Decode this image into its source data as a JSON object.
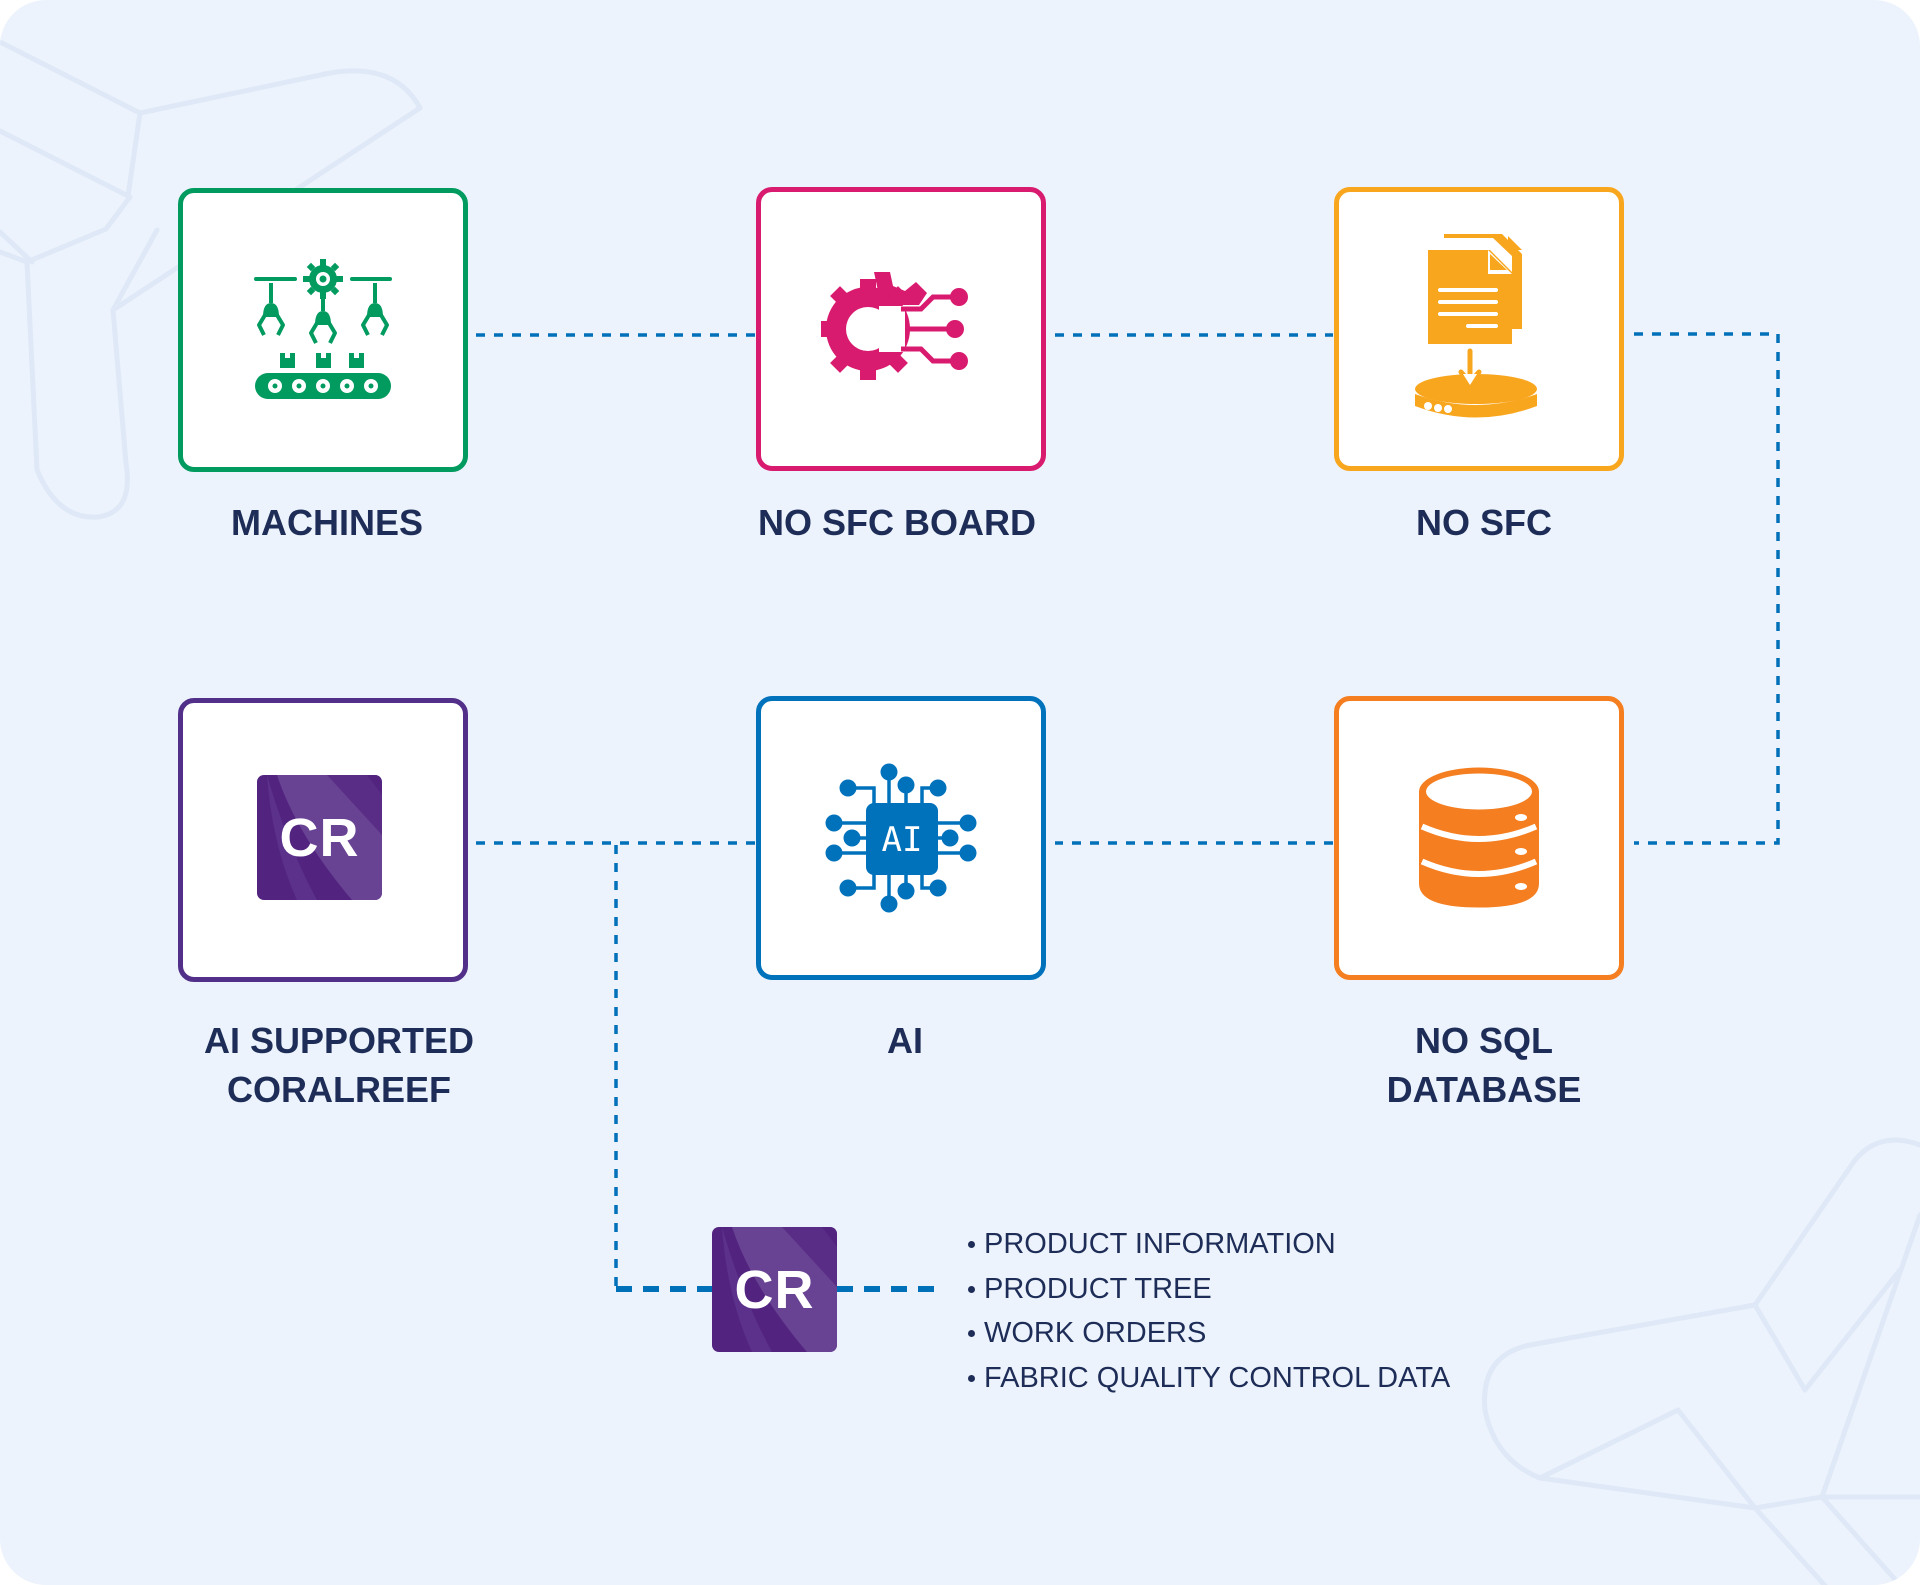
{
  "diagram": {
    "colors": {
      "background": "#ECF3FC",
      "connector": "#0070B8",
      "label_text": "#1E2D57",
      "machines": "#019A5F",
      "no_sfc_board": "#D81B6F",
      "no_sfc": "#F9A61F",
      "ai_supported_coralreef": "#52308A",
      "ai": "#0072BC",
      "no_sql_database": "#F47E20",
      "cr_logo": "#52247F"
    },
    "nodes": [
      {
        "id": "machines",
        "label_lines": [
          "MACHINES"
        ],
        "icon": "conveyor-robot-arms-icon"
      },
      {
        "id": "no-sfc-board",
        "label_lines": [
          "NO SFC BOARD"
        ],
        "icon": "gear-circuit-icon"
      },
      {
        "id": "no-sfc",
        "label_lines": [
          "NO SFC"
        ],
        "icon": "documents-to-storage-icon"
      },
      {
        "id": "ai-supported-coralreef",
        "label_lines": [
          "AI SUPPORTED",
          "CORALREEF"
        ],
        "icon": "coralreef-logo-icon",
        "logo_text": "CR"
      },
      {
        "id": "ai",
        "label_lines": [
          "AI"
        ],
        "icon": "ai-chip-icon",
        "chip_text": "AI"
      },
      {
        "id": "no-sql-database",
        "label_lines": [
          "NO SQL",
          "DATABASE"
        ],
        "icon": "database-stack-icon"
      }
    ],
    "edges": [
      {
        "from": "machines",
        "to": "no-sfc-board"
      },
      {
        "from": "no-sfc-board",
        "to": "no-sfc"
      },
      {
        "from": "no-sfc",
        "to": "no-sql-database"
      },
      {
        "from": "no-sql-database",
        "to": "ai"
      },
      {
        "from": "ai",
        "to": "ai-supported-coralreef"
      },
      {
        "from": "ai-supported-coralreef",
        "to": "coralreef-data"
      }
    ],
    "coralreef_data": {
      "logo_text": "CR",
      "items": [
        "PRODUCT INFORMATION",
        "PRODUCT TREE",
        "WORK ORDERS",
        "FABRIC QUALITY CONTROL DATA"
      ]
    }
  }
}
